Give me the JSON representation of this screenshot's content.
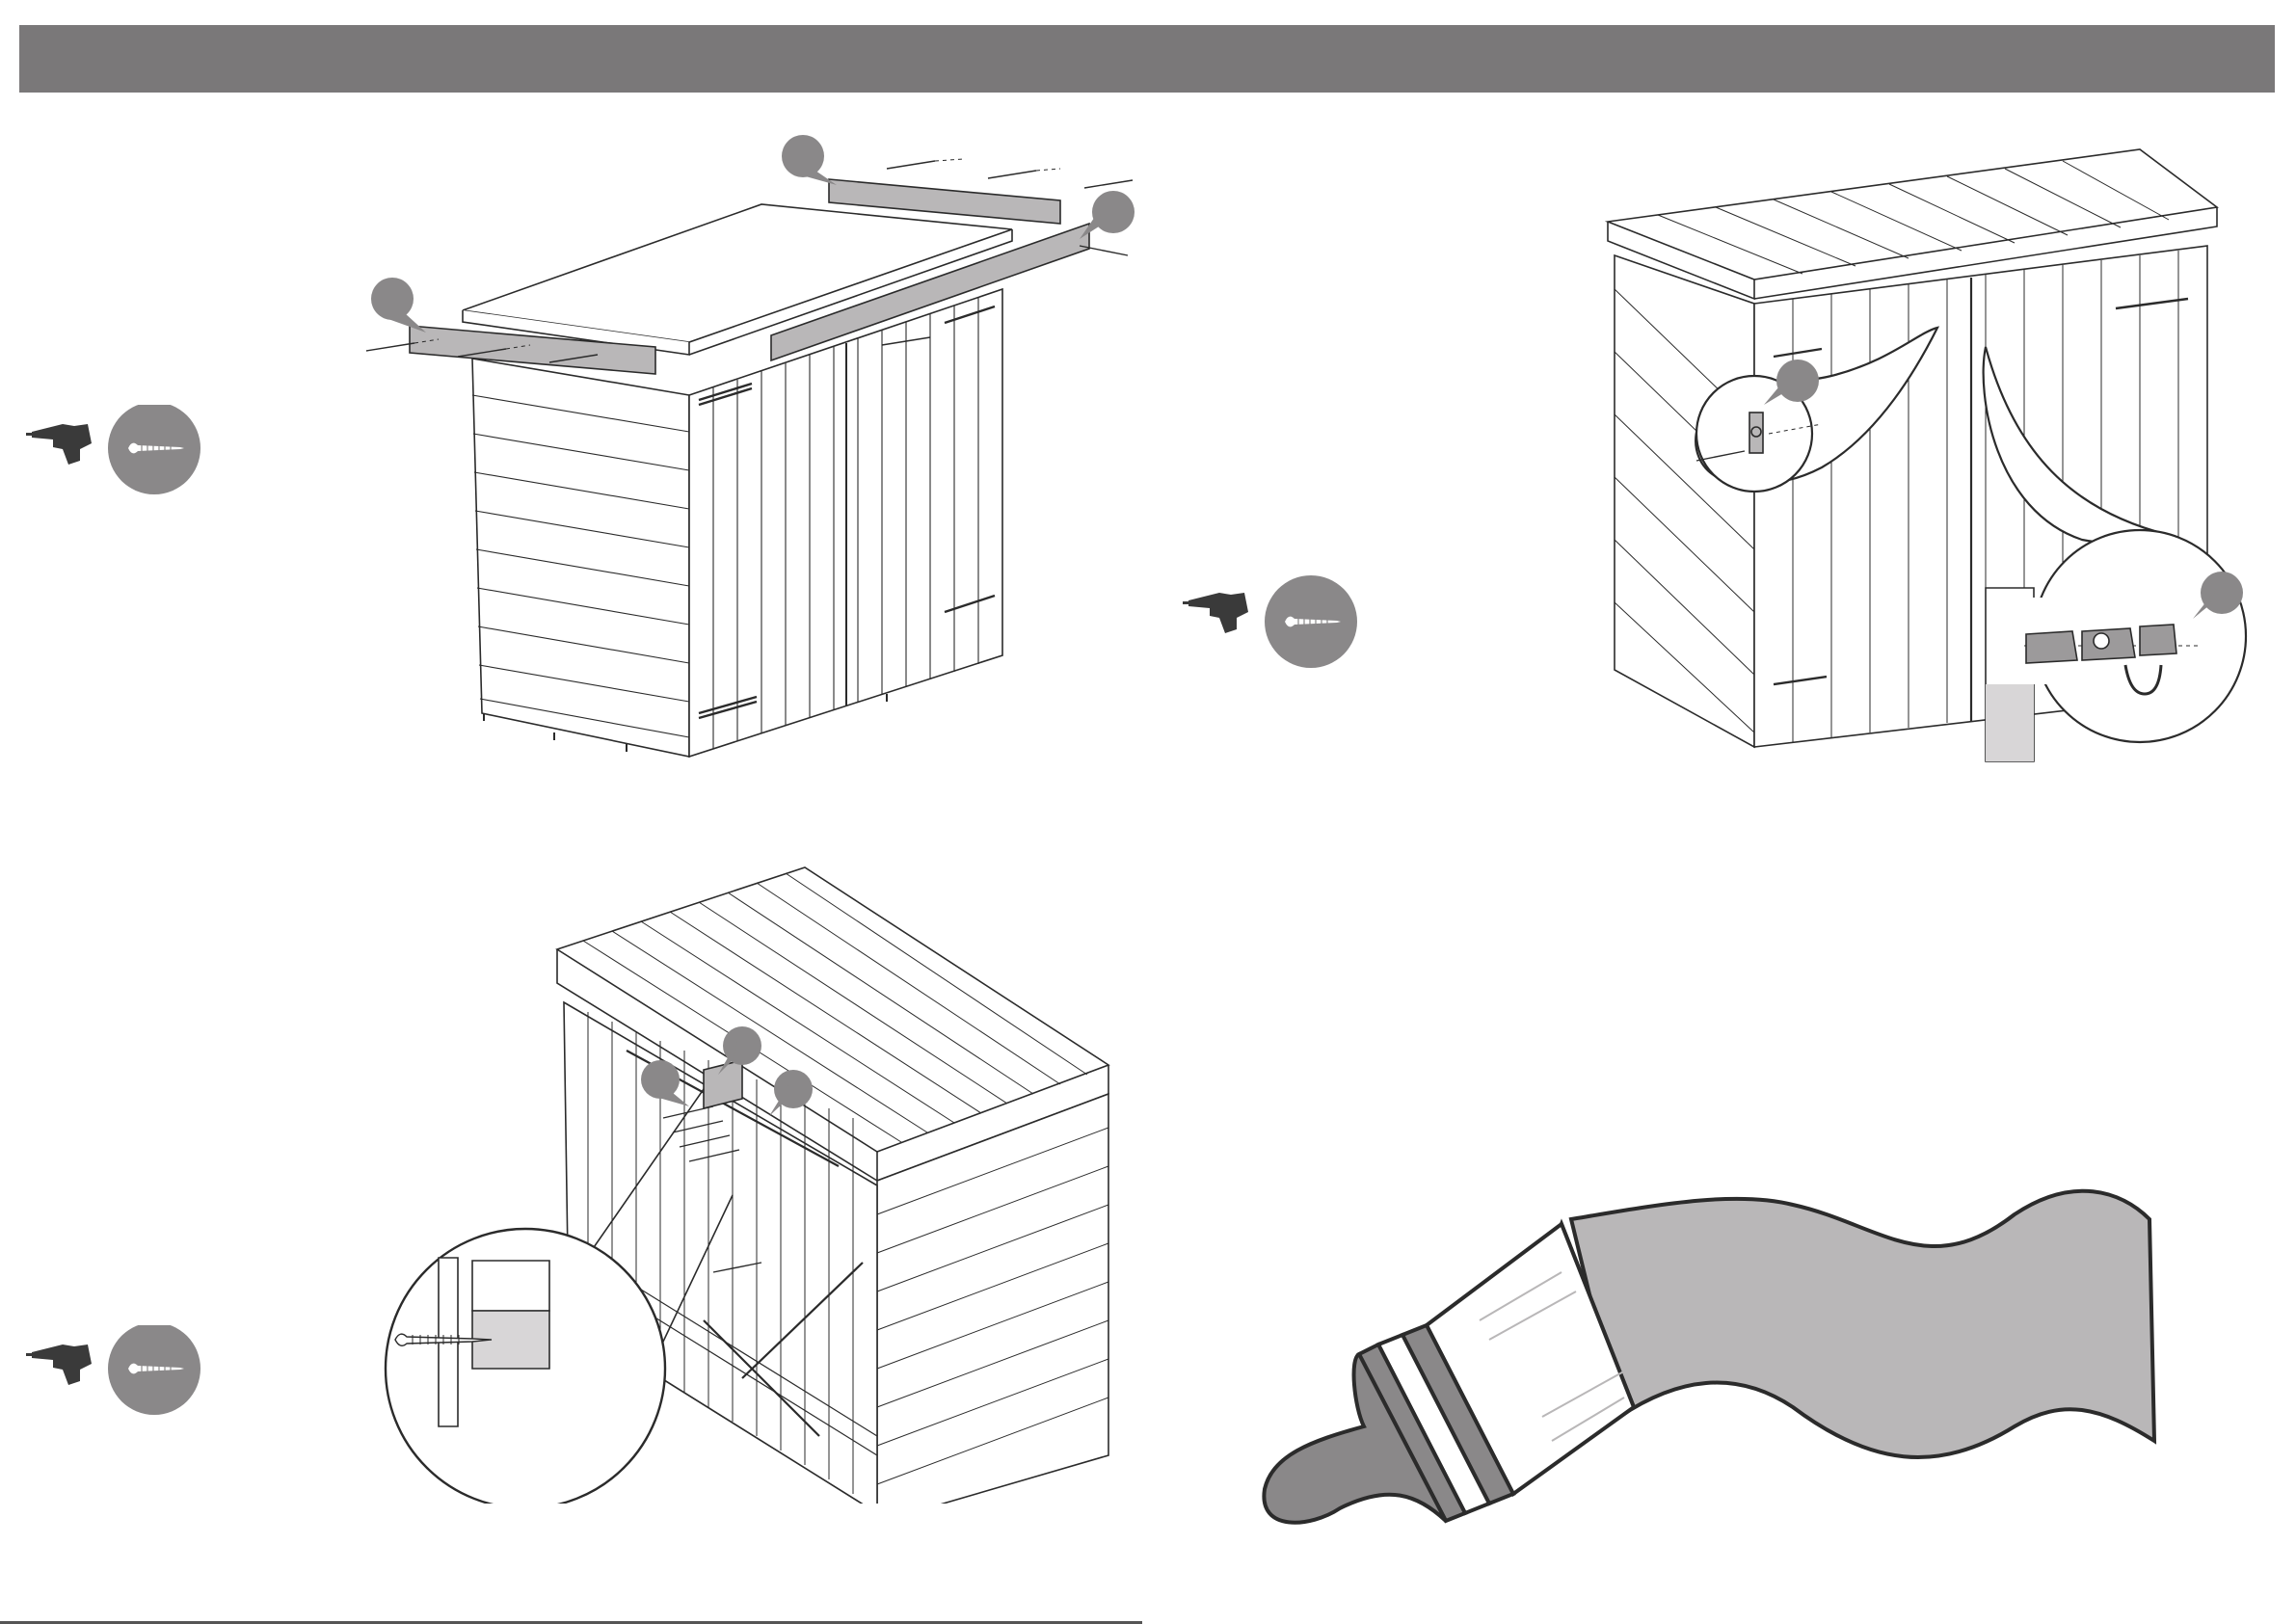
{
  "header": {
    "color": "#7a7879"
  },
  "callout_color": "#8a8889",
  "fill_grey": "#b9b7b8",
  "line_color": "#2b2b2b",
  "tool_badges": [
    {
      "icons": [
        "drill-icon",
        "screw-icon"
      ]
    },
    {
      "icons": [
        "drill-icon",
        "screw-icon"
      ]
    },
    {
      "icons": [
        "drill-icon",
        "screw-icon"
      ]
    }
  ],
  "panels": [
    {
      "name": "step-roof-fascia"
    },
    {
      "name": "step-door-latch-and-bolt"
    },
    {
      "name": "step-rear-frame-fixing"
    },
    {
      "name": "step-paint-treatment"
    }
  ]
}
